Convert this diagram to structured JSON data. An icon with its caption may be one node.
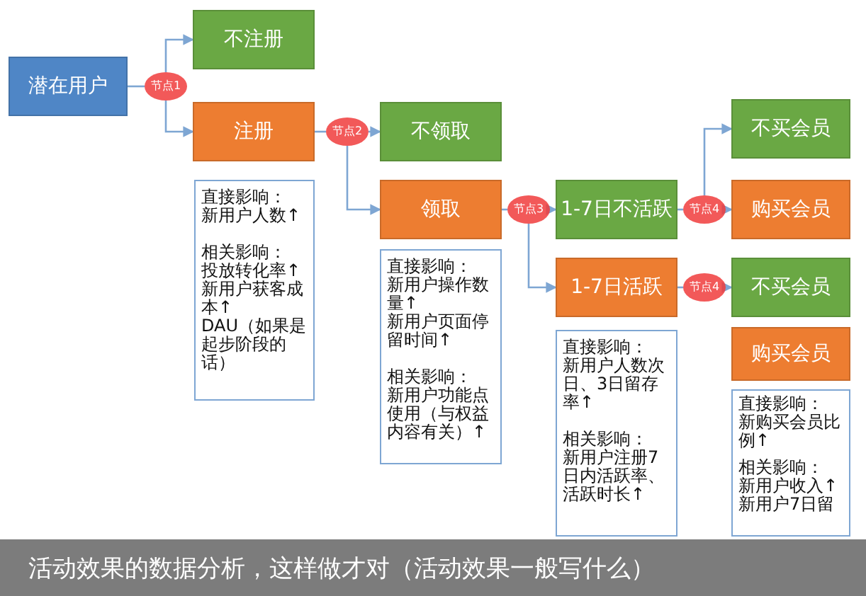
{
  "diagram": {
    "caption": "活动效果的数据分析，这样做才对（活动效果一般写什么）",
    "nodes": [
      {
        "text": [
          "潜在用户"
        ]
      },
      {
        "text": [
          "节点1"
        ]
      },
      {
        "text": [
          "不注册"
        ]
      },
      {
        "text": [
          "注册"
        ]
      },
      {
        "text": [
          "直接影响：",
          "新用户人数↑",
          "相关影响：",
          "投放转化率↑",
          "新用户获客成本↑",
          "DAU（如果是起步阶段的话）"
        ]
      },
      {
        "text": [
          "节点2"
        ]
      },
      {
        "text": [
          "不领取"
        ]
      },
      {
        "text": [
          "领取"
        ]
      },
      {
        "text": [
          "直接影响：",
          "新用户操作数量↑",
          "新用户页面停留时间↑",
          "相关影响：",
          "新用户功能点使用（与权益内容有关）↑"
        ]
      },
      {
        "text": [
          "节点3"
        ]
      },
      {
        "text": [
          "1-7日不活跃"
        ]
      },
      {
        "text": [
          "1-7日活跃"
        ]
      },
      {
        "text": [
          "直接影响：",
          "新用户人数次日、3日留存率↑",
          "相关影响：",
          "新用户注册7日内活跃率、活跃时长↑"
        ]
      },
      {
        "text": [
          "节点4"
        ]
      },
      {
        "text": [
          "节点4"
        ]
      },
      {
        "text": [
          "不买会员"
        ]
      },
      {
        "text": [
          "购买会员"
        ]
      },
      {
        "text": [
          "不买会员"
        ]
      },
      {
        "text": [
          "购买会员"
        ]
      },
      {
        "text": [
          "直接影响：",
          "新购买会员比例↑",
          "相关影响：",
          "新用户收入↑",
          "新用户7日留"
        ]
      }
    ],
    "edges": [
      {
        "from": 0,
        "to": 1,
        "arrow": "none"
      },
      {
        "from": 1,
        "to": 2,
        "arrow": "to"
      },
      {
        "from": 1,
        "to": 3,
        "arrow": "to"
      },
      {
        "from": 3,
        "to": 5,
        "arrow": "none"
      },
      {
        "from": 5,
        "to": 6,
        "arrow": "to"
      },
      {
        "from": 5,
        "to": 7,
        "arrow": "to"
      },
      {
        "from": 7,
        "to": 9,
        "arrow": "none"
      },
      {
        "from": 9,
        "to": 10,
        "arrow": "to"
      },
      {
        "from": 9,
        "to": 11,
        "arrow": "to"
      },
      {
        "from": 10,
        "to": 13,
        "arrow": "none"
      },
      {
        "from": 13,
        "to": 15,
        "arrow": "to"
      },
      {
        "from": 13,
        "to": 16,
        "arrow": "to"
      },
      {
        "from": 11,
        "to": 14,
        "arrow": "none"
      },
      {
        "from": 14,
        "to": 17,
        "arrow": "to"
      }
    ]
  }
}
